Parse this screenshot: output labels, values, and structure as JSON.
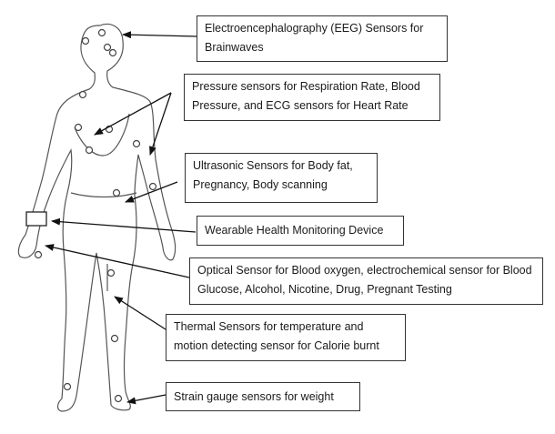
{
  "labels": {
    "eeg": [
      "Electroencephalography (EEG) Sensors for",
      "Brainwaves"
    ],
    "pressure": [
      "Pressure sensors for Respiration Rate, Blood",
      "Pressure, and ECG sensors for Heart Rate"
    ],
    "ultrasonic": [
      "Ultrasonic Sensors for Body fat,",
      "Pregnancy, Body scanning"
    ],
    "wearable": [
      "Wearable Health Monitoring Device"
    ],
    "optical": [
      "Optical Sensor for Blood oxygen, electrochemical sensor for Blood",
      "Glucose, Alcohol, Nicotine, Drug, Pregnant Testing"
    ],
    "thermal": [
      "Thermal Sensors for temperature and",
      "motion detecting sensor for Calorie burnt"
    ],
    "strain": [
      "Strain gauge sensors for weight"
    ]
  }
}
